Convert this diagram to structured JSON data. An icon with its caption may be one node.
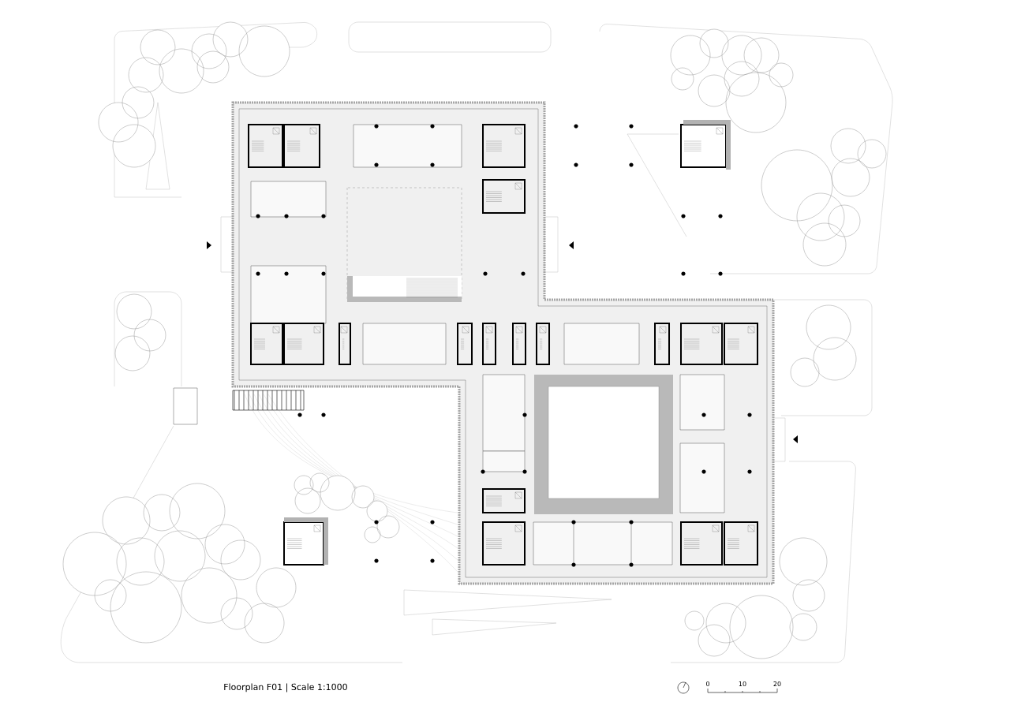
{
  "diagram": {
    "caption": "Floorplan F01 | Scale 1:1000",
    "labels": [
      "0",
      "10",
      "20"
    ]
  }
}
